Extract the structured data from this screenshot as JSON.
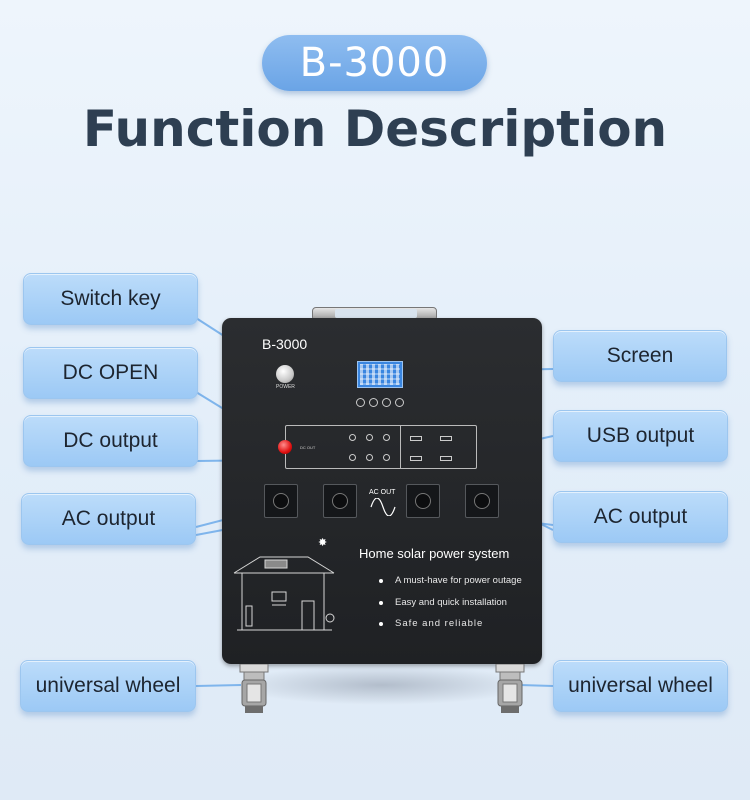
{
  "header": {
    "model_pill": "B-3000",
    "title": "Function Description"
  },
  "labels": {
    "switch_key": "Switch key",
    "dc_open": "DC OPEN",
    "dc_output": "DC output",
    "ac_output_left": "AC output",
    "universal_wheel_left": "universal wheel",
    "screen": "Screen",
    "usb_output": "USB output",
    "ac_output_right": "AC output",
    "universal_wheel_right": "universal wheel"
  },
  "device": {
    "model_text": "B-3000",
    "power_label": "POWER",
    "dc_out_label": "DC OUT",
    "ac_out_label": "AC OUT",
    "panel_title": "Home solar power system",
    "features": [
      "A must-have for power outage",
      "Easy and quick installation",
      "Safe and reliable"
    ]
  },
  "colors": {
    "label_fill": "#9cc9f5",
    "pill_fill": "#6aa4e6",
    "leader_line": "#7fb5ec",
    "device_body": "#26282b",
    "dc_button": "#e01010"
  },
  "icons": [
    "power-button-icon",
    "sine-wave-icon",
    "house-icon",
    "spark-icon"
  ]
}
